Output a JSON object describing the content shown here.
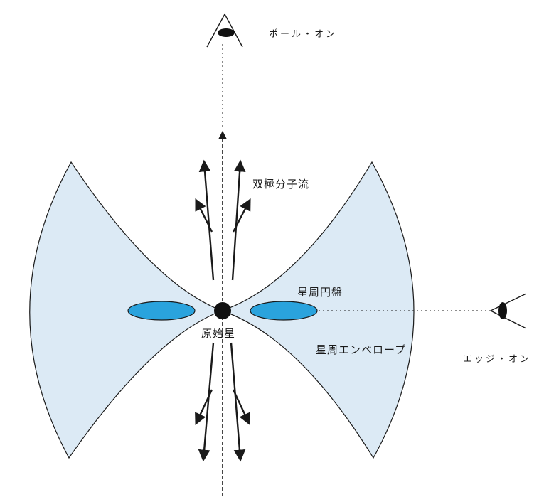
{
  "labels": {
    "pole_on": "ポール・オン",
    "bipolar_outflow": "双極分子流",
    "circumstellar_disk": "星周円盤",
    "protostar": "原始星",
    "circumstellar_envelope": "星周エンベロープ",
    "edge_on": "エッジ・オン"
  },
  "colors": {
    "envelope_fill": "#dceaf5",
    "disk_fill": "#2aa3dd",
    "outline": "#1a1a1a"
  },
  "icons": {
    "observer_top": "eye-icon",
    "observer_right": "eye-icon"
  }
}
